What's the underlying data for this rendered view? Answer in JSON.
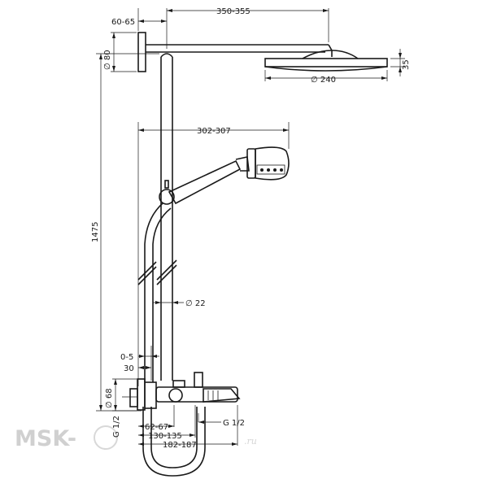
{
  "dimensions": {
    "wall_offset": "60-65",
    "arm_length": "350-355",
    "wall_plate_dia": "∅ 80",
    "overhead_height": "35",
    "overhead_dia": "∅ 240",
    "handshower_reach": "302-307",
    "total_height": "1475",
    "rail_dia": "∅ 22",
    "gap": "0-5",
    "mixer_depth": "30",
    "mixer_plate_dia": "∅ 68",
    "inlet_left": "G 1/2",
    "inlet_right": "G 1/2",
    "dim_62_67": "62-67",
    "dim_130_135": "130-135",
    "dim_182_187": "182-187"
  },
  "watermark": {
    "main": "MSK-",
    "site": ".ru"
  }
}
